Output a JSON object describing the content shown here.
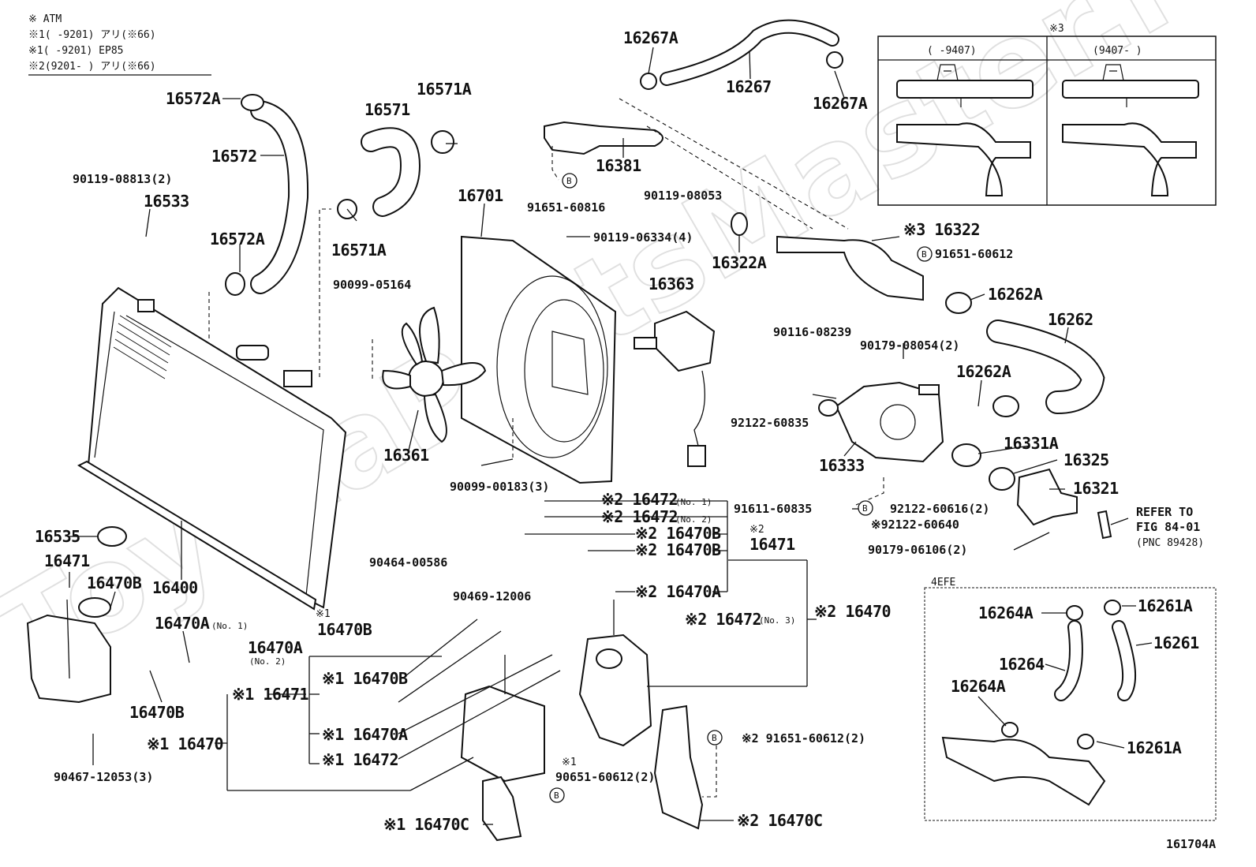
{
  "legend": {
    "line0": "※    ATM",
    "line1": "※1(      -9201) アリ(※66)",
    "line2": "※1(      -9201) EP85",
    "line3": "※2(9201-      ) アリ(※66)"
  },
  "inset_top": {
    "ref": "※3",
    "col1": "(     -9407)",
    "col2": "(9407-     )"
  },
  "inset_bottom": {
    "title": "4EFE"
  },
  "refer": {
    "line1": "REFER TO",
    "line2": "FIG 84-01",
    "line3": "(PNC 89428)"
  },
  "watermark": "ToyotaPartsMaster.ru",
  "figure_id": "161704A",
  "notes": {
    "no1": "(No. 1)",
    "no2": "(No. 2)",
    "no3": "(No. 3)"
  },
  "labels": {
    "l16572A_top": "16572A",
    "l16572": "16572",
    "l90119_08813": "90119-08813(2)",
    "l16533": "16533",
    "l16572A_mid": "16572A",
    "l16571": "16571",
    "l16571A_top": "16571A",
    "l16571A_bot": "16571A",
    "l90099_05164": "90099-05164",
    "l16701": "16701",
    "l16267A_top": "16267A",
    "l16267": "16267",
    "l16267A_right": "16267A",
    "l16381": "16381",
    "l91651_60816": "91651-60816",
    "l90119_08053": "90119-08053",
    "l90119_06334": "90119-06334(4)",
    "l16322A": "16322A",
    "l16322": "※3 16322",
    "l91651_60612": "91651-60612",
    "l16363": "16363",
    "l16262A_top": "16262A",
    "l16262": "16262",
    "l90116_08239": "90116-08239",
    "l90179_08054": "90179-08054(2)",
    "l16262A_mid": "16262A",
    "l92122_60835": "92122-60835",
    "l16333": "16333",
    "l16331A": "16331A",
    "l16325": "16325",
    "l16321": "16321",
    "l16361": "16361",
    "l90099_00183": "90099-00183(3)",
    "l91611_60835": "91611-60835",
    "l92122_60616": "92122-60616(2)",
    "l92122_60640": "※92122-60640",
    "l90179_06106": "90179-06106(2)",
    "l16535": "16535",
    "l16400": "16400",
    "l16471_left": "16471",
    "l16470B_left": "16470B",
    "l16470A_no1": "16470A",
    "l16470A_no2": "16470A",
    "l16470B_lower": "16470B",
    "l90467_12053": "90467-12053(3)",
    "l16470_left": "※1 16470",
    "l2_16472_no1": "※2 16472",
    "l2_16472_no2": "※2 16472",
    "l2_16470B_a": "※2 16470B",
    "l2_16470B_b": "※2 16470B",
    "l2_mark": "※2",
    "l16471_mid": "16471",
    "l90464_00586": "90464-00586",
    "l2_16470A": "※2 16470A",
    "l90469_12006": "90469-12006",
    "l1_mark": "※1",
    "l1_16470B_top": "16470B",
    "l2_16472_no3": "※2 16472",
    "l2_16470": "※2 16470",
    "l1_16470B": "※1 16470B",
    "l1_16471": "※1 16471",
    "l1_16470A": "※1 16470A",
    "l1_16472": "※1 16472",
    "l2_91651_60612": "※2 91651-60612(2)",
    "l1_90651_mark": "※1",
    "l90651_60612": "90651-60612(2)",
    "l1_16470C": "※1 16470C",
    "l2_16470C": "※2 16470C",
    "l16264A_top": "16264A",
    "l16261A_top": "16261A",
    "l16261": "16261",
    "l16264": "16264",
    "l16264A_bot": "16264A",
    "l16261A_bot": "16261A",
    "bolt_b": "B"
  }
}
